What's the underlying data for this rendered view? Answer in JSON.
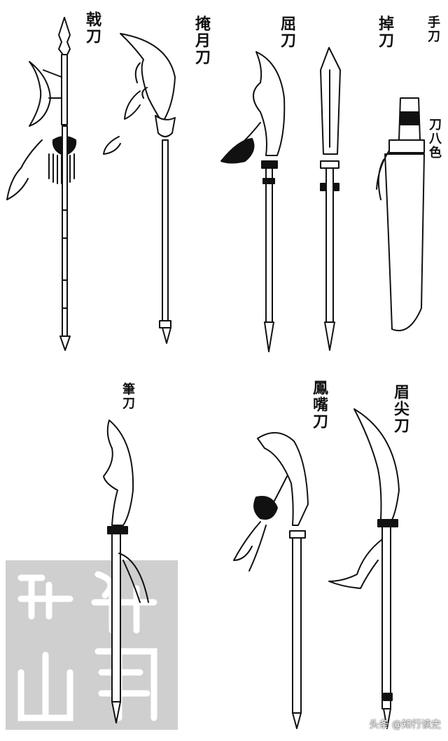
{
  "colors": {
    "ink": "#111111",
    "paper": "#ffffff",
    "seal": "#cfcfcf"
  },
  "labels": {
    "ji_dao": "戟刀",
    "yan_yue_dao": "掩月刀",
    "qu_dao": "屈刀",
    "zhuo_dao": "掉刀",
    "shou_dao": "手刀",
    "dao_ba_se": "刀八色",
    "bi_dao": "筆刀",
    "feng_zui_dao": "鳳嘴刀",
    "mei_jian_dao": "眉尖刀"
  },
  "watermark": "头条 @知行读史"
}
